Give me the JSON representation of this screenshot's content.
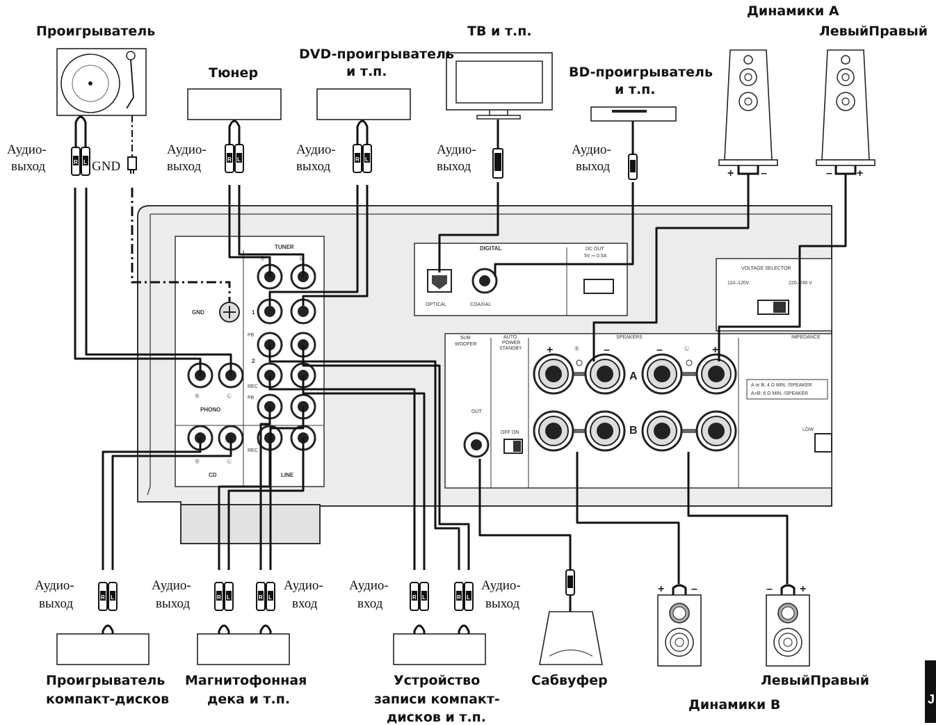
{
  "labels": {
    "turntable": "Проигрыватель",
    "tuner": "Тюнер",
    "dvd_line1": "DVD-проигрыватель",
    "dvd_line2": "и т.п.",
    "tv": "ТВ и т.п.",
    "bd_line1": "BD-проигрыватель",
    "bd_line2": "и т.п.",
    "speakers_a": "Динамики A",
    "left_right_a": "ЛевыйПравый",
    "cd_line1": "Проигрыватель",
    "cd_line2": "компакт-дисков",
    "tape_line1": "Магнитофонная",
    "tape_line2": "дека и т.п.",
    "cdr_line1": "Устройство",
    "cdr_line2": "записи компакт-",
    "cdr_line3": "дисков и т.п.",
    "subwoofer": "Сабвуфер",
    "left_right_b": "ЛевыйПравый",
    "speakers_b": "Динамики B"
  },
  "ports": {
    "audio_out_1": "Аудио-",
    "audio_out_2": "выход",
    "audio_in_1": "Аудио-",
    "audio_in_2": "вход",
    "gnd": "GND"
  },
  "panel": {
    "tuner": "TUNER",
    "gnd": "GND",
    "phono": "PHONO",
    "cd": "CD",
    "line": "LINE",
    "one": "1",
    "two": "2",
    "pb": "PB",
    "rec": "REC",
    "r": "Ⓡ",
    "l": "Ⓛ",
    "digital": "DIGITAL",
    "optical": "OPTICAL",
    "coaxial": "COAXIAL",
    "dc_out": "DC OUT",
    "dc_out_spec": "5V ⎓ 0.5A",
    "voltage_selector": "VOLTAGE SELECTOR",
    "v_low": "110–120V",
    "v_high": "220–240 V",
    "subwoofer_1": "SUB",
    "subwoofer_2": "WOOFER",
    "out": "OUT",
    "auto_1": "AUTO",
    "auto_2": "POWER",
    "auto_3": "STANDBY",
    "off_on": "OFF ON",
    "speakers": "SPEAKERS",
    "impedance": "IMPEDANCE",
    "row_a": "A",
    "row_b": "B",
    "plus": "+",
    "minus": "–",
    "imp_1": "A or B:  4 Ω MIN. /SPEAKER",
    "imp_2": "A+B:  8 Ω MIN. /SPEAKER",
    "low": "LOW",
    "page_tab": "J"
  }
}
